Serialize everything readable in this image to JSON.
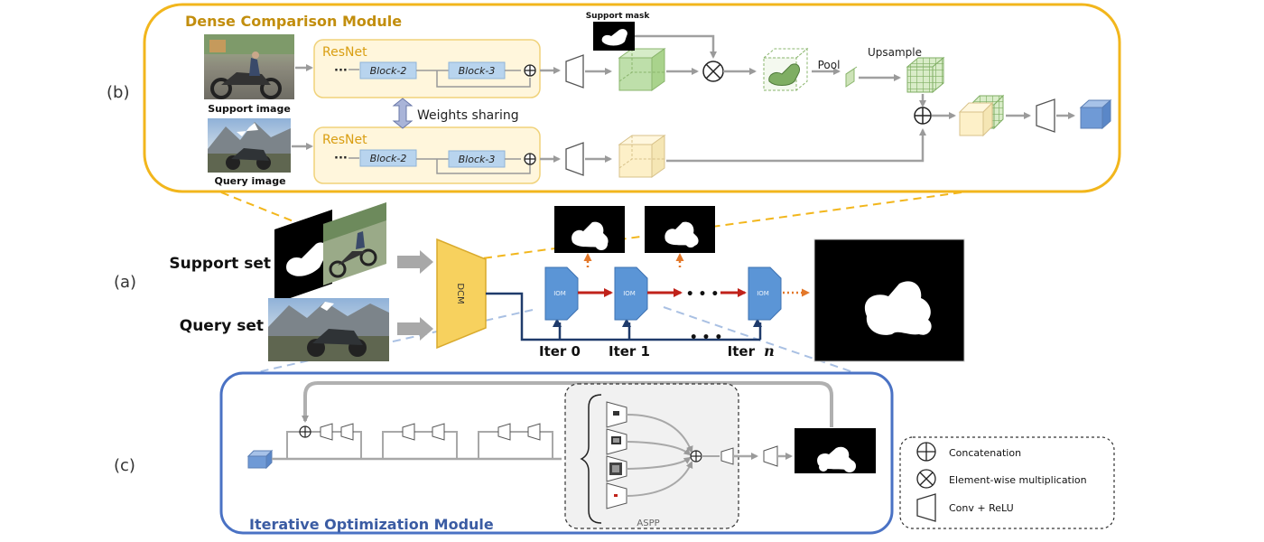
{
  "panels": {
    "a_label": "(a)",
    "b_label": "(b)",
    "c_label": "(c)"
  },
  "dcm": {
    "title": "Dense Comparison Module",
    "resnet_top": "ResNet",
    "resnet_bottom": "ResNet",
    "ellipsis": "···",
    "block2": "Block-2",
    "block3": "Block-3",
    "support_image_label": "Support image",
    "query_image_label": "Query image",
    "weights_sharing": "Weights sharing",
    "support_mask": "Support mask",
    "pool": "Pool",
    "upsample": "Upsample"
  },
  "main": {
    "support_set": "Support set",
    "query_set": "Query set",
    "dcm_block": "DCM",
    "iom_block": "IOM",
    "ellipsis": "• • •",
    "iter0": "Iter 0",
    "iter1": "Iter 1",
    "itern_prefix": "Iter",
    "itern_var": "n"
  },
  "iom": {
    "title": "Iterative Optimization Module",
    "aspp": "ASPP"
  },
  "legend": {
    "concat": "Concatenation",
    "mult": "Element-wise multiplication",
    "conv": "Conv + ReLU"
  },
  "colors": {
    "dcm_border": "#f2b61c",
    "dcm_title": "#c28e0e",
    "iom_border": "#4a72c4",
    "iom_title": "#3b5ca3",
    "resnet_fill": "#fff6dc",
    "block_fill": "#b8d4ee",
    "iom_block": "#5b95d6",
    "dcm_fill": "#f7d15e",
    "red_arrow": "#c0221a",
    "orange_arrow": "#e3782a",
    "navy_line": "#1f3b6b",
    "green_cube": "#bedfaa",
    "yellow_cube": "#fdf0c8",
    "blue_cube": "#6f9ad6"
  }
}
